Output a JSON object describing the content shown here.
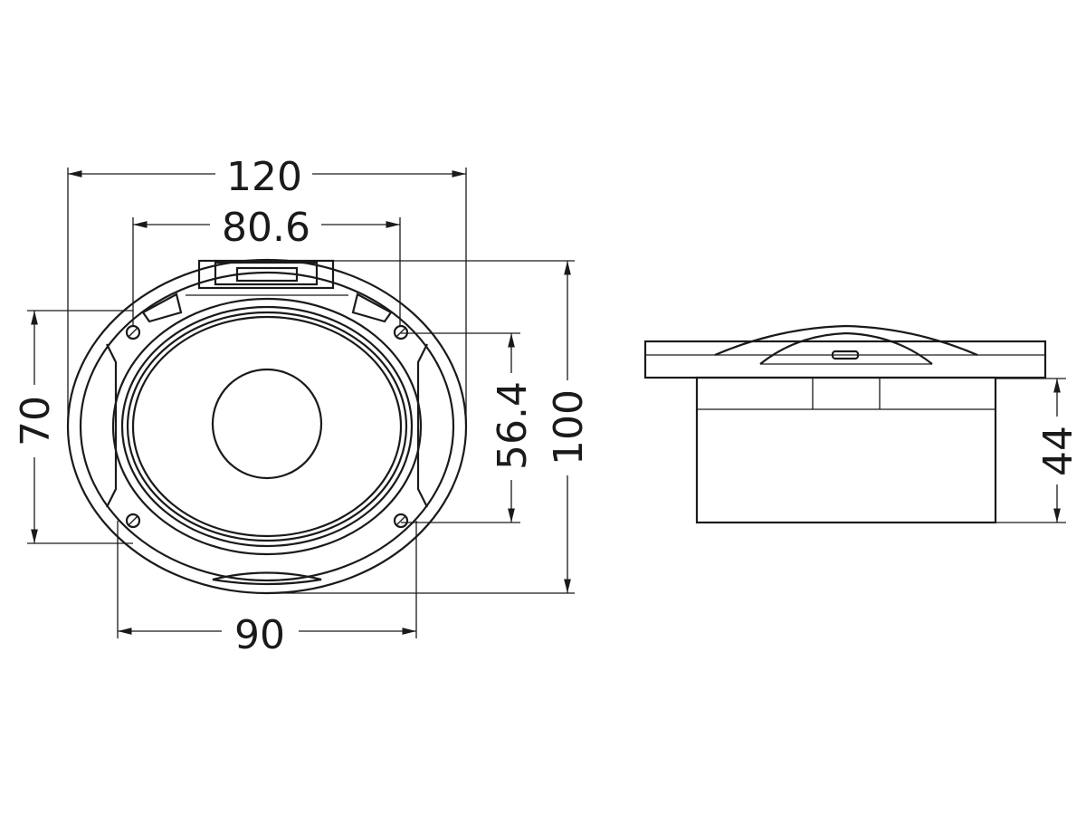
{
  "drawing": {
    "front_view": {
      "overall_width": "120",
      "opening_width": "80.6",
      "hole_spacing_width": "90",
      "hole_spacing_height": "70",
      "opening_height": "56.4",
      "overall_height": "100"
    },
    "side_view": {
      "depth": "44"
    }
  }
}
